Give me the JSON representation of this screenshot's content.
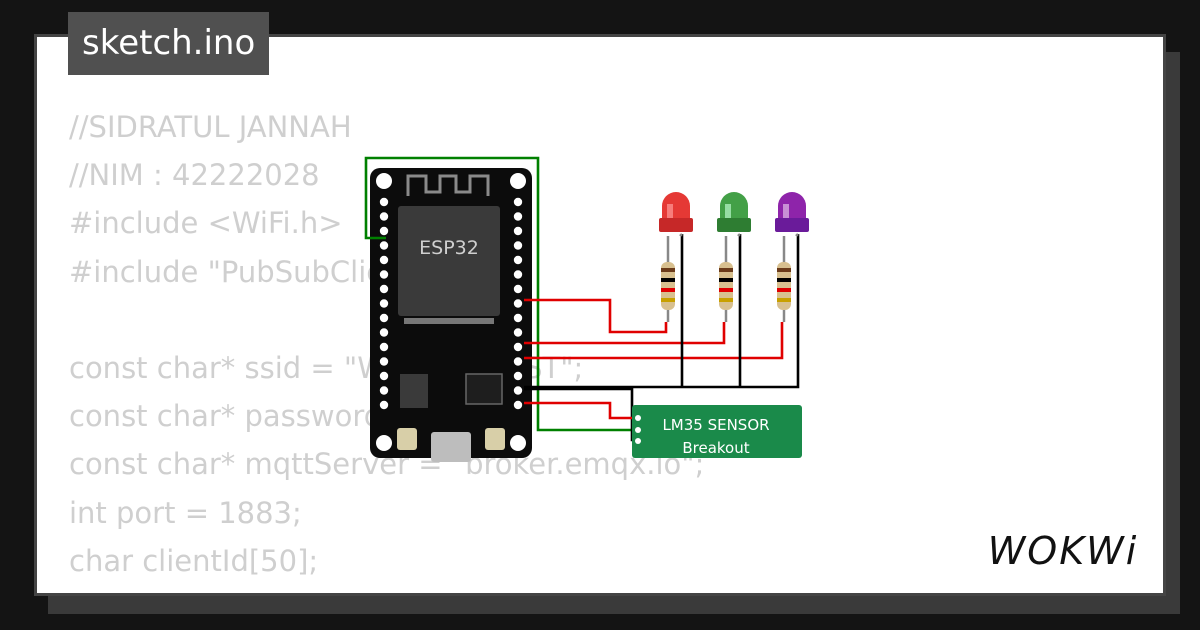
{
  "project": {
    "filename": "sketch.ino"
  },
  "code_lines": [
    "//SIDRATUL JANNAH",
    "//NIM : 42222028",
    "#include <WiFi.h>",
    "#include \"PubSubClient.h\"",
    "",
    "const char* ssid = \"Wokwi-GUEST\";",
    "const char* password = \"\";",
    "const char* mqttServer = \"broker.emqx.io\";",
    "int port = 1883;",
    "char clientId[50];"
  ],
  "board": {
    "label": "ESP32"
  },
  "sensor": {
    "line1": "LM35 SENSOR",
    "line2": "Breakout"
  },
  "leds": [
    {
      "color": "red"
    },
    {
      "color": "green"
    },
    {
      "color": "purple"
    }
  ],
  "brand": {
    "logo_text": "WOKWi"
  },
  "colors": {
    "wire_red": "#e00000",
    "wire_black": "#000000",
    "wire_green": "#008000",
    "sensor_green": "#1a8a4a",
    "led_red": "#e53935",
    "led_green": "#43a047",
    "led_purple": "#8e24aa"
  }
}
